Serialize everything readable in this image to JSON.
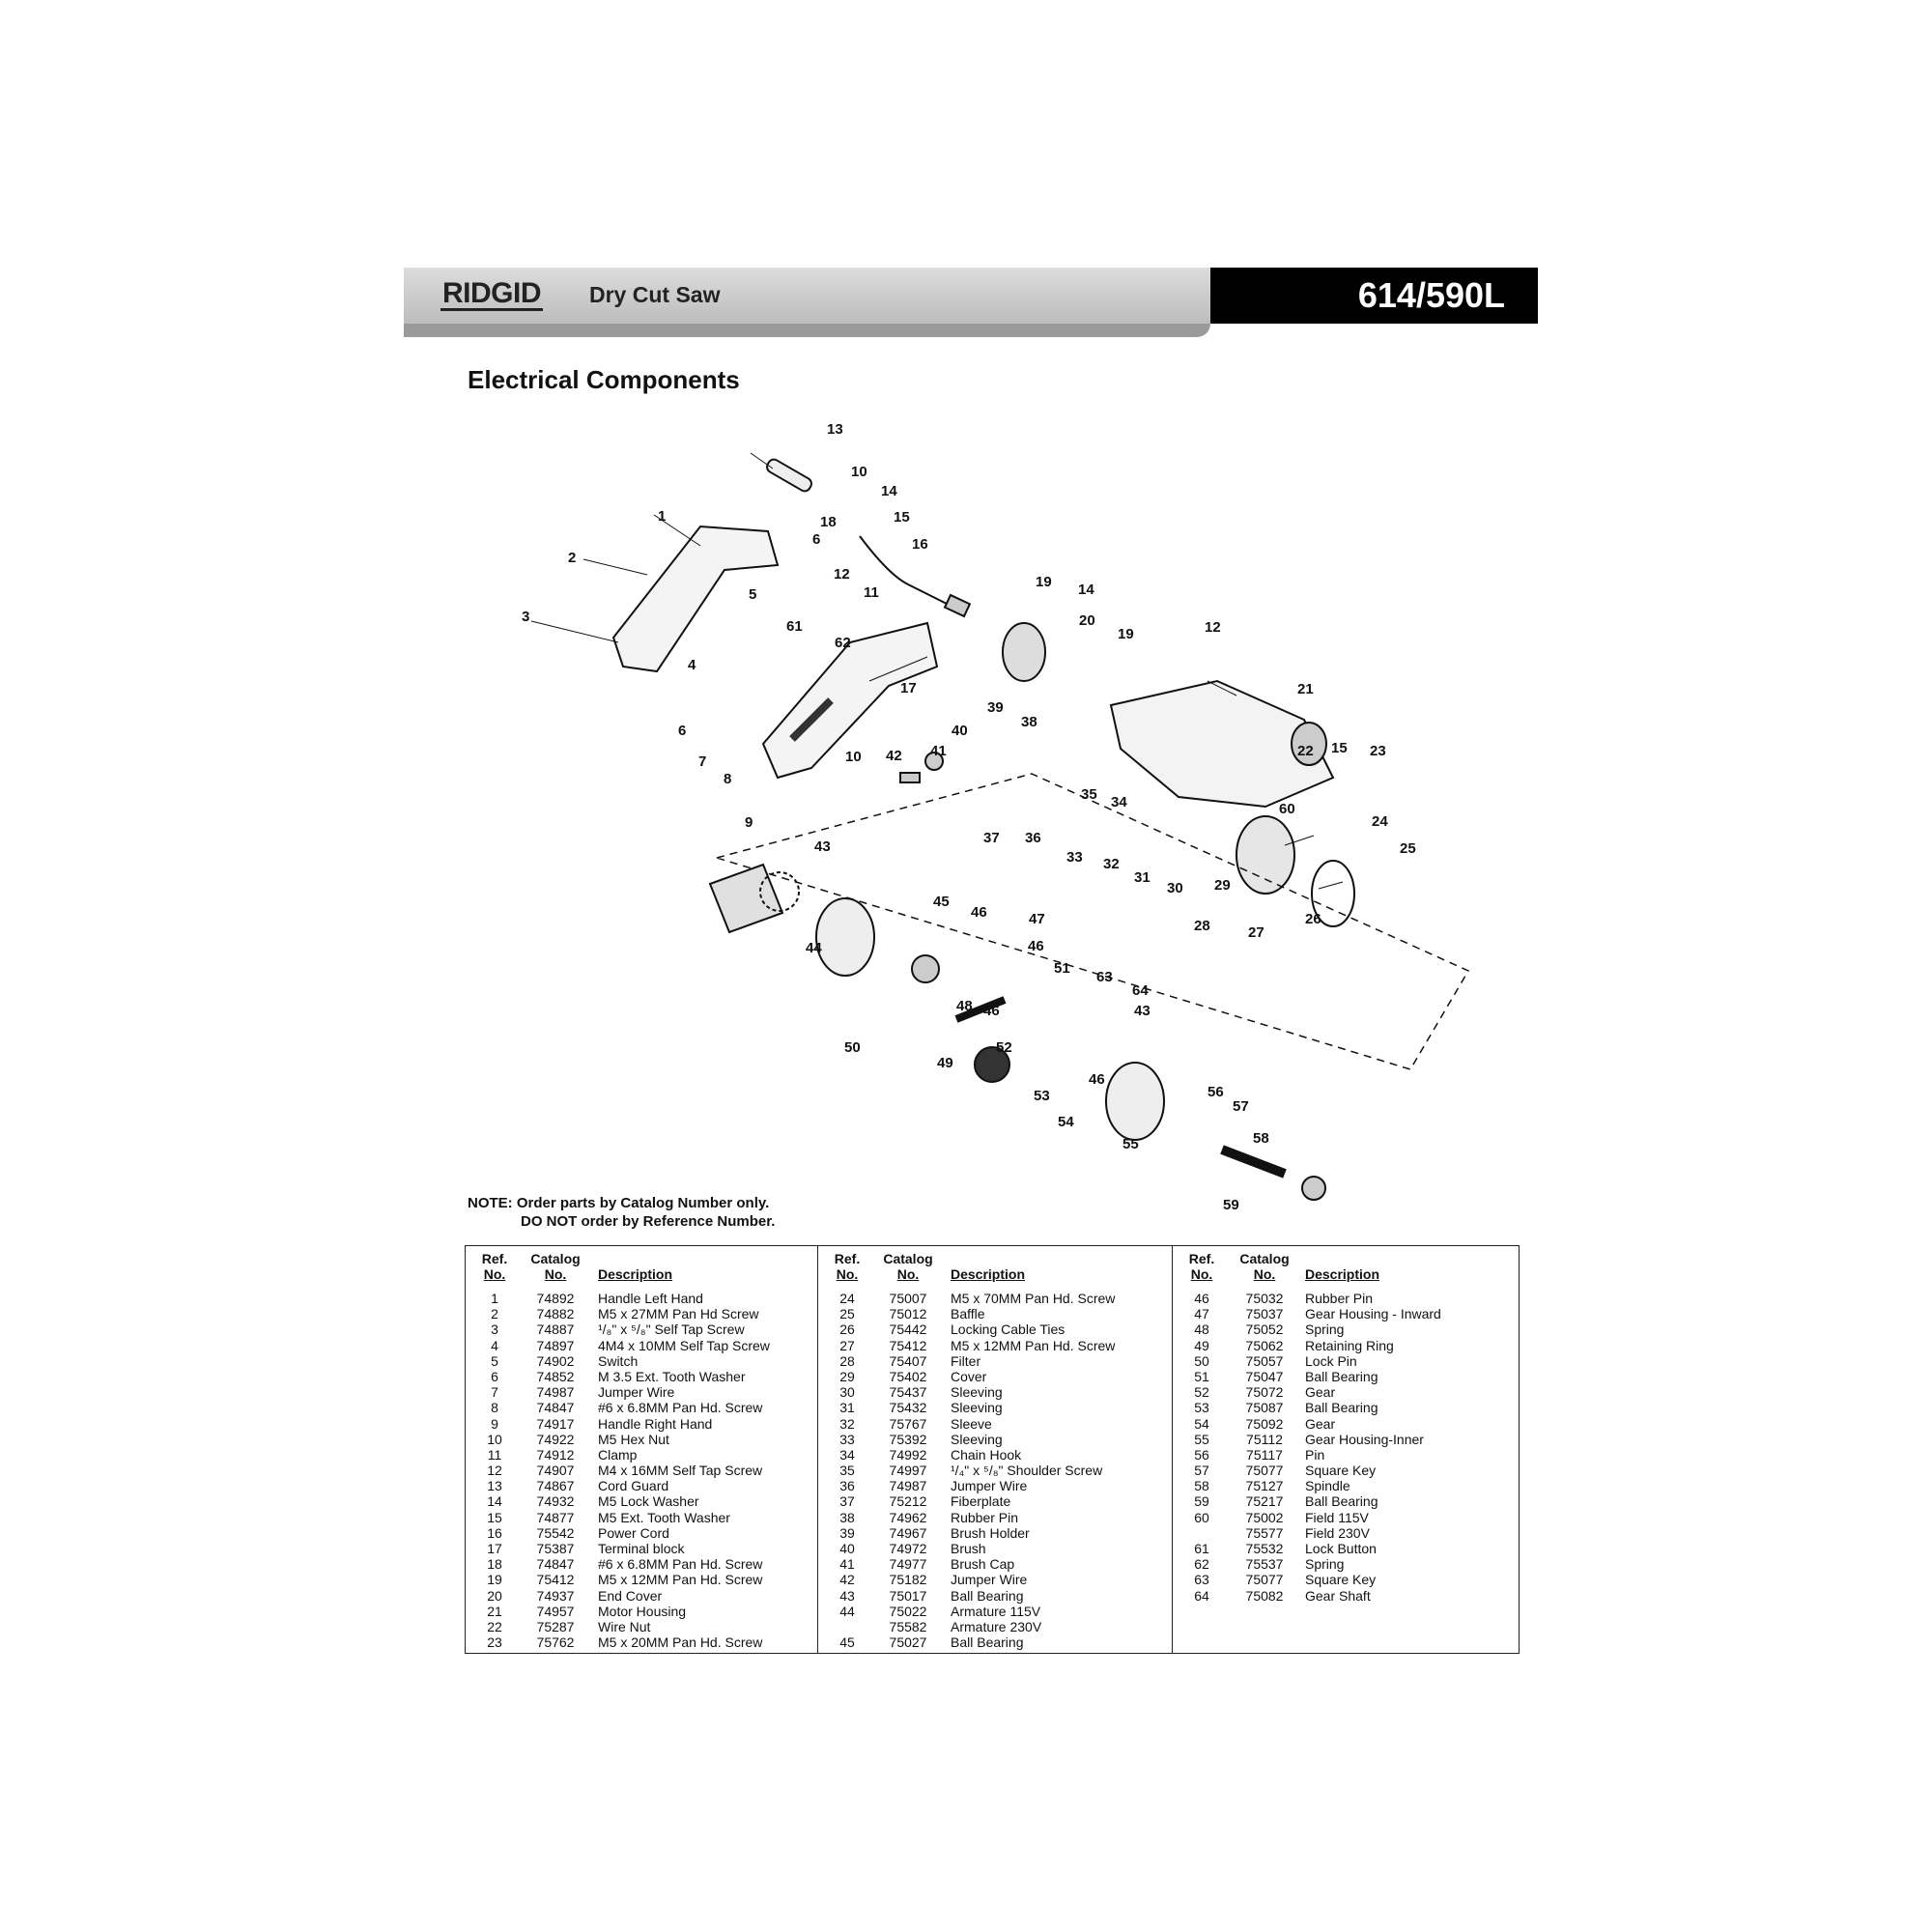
{
  "header": {
    "brand": "RIDGID",
    "product": "Dry Cut Saw",
    "model": "614/590L"
  },
  "section_title": "Electrical Components",
  "diagram": {
    "callouts": [
      "1",
      "2",
      "3",
      "4",
      "5",
      "6",
      "6",
      "7",
      "8",
      "9",
      "10",
      "10",
      "11",
      "12",
      "12",
      "13",
      "14",
      "14",
      "15",
      "15",
      "16",
      "17",
      "18",
      "19",
      "19",
      "20",
      "21",
      "22",
      "23",
      "24",
      "25",
      "26",
      "27",
      "28",
      "29",
      "30",
      "31",
      "32",
      "33",
      "34",
      "35",
      "36",
      "37",
      "38",
      "39",
      "40",
      "41",
      "42",
      "43",
      "43",
      "44",
      "45",
      "46",
      "46",
      "46",
      "46",
      "47",
      "48",
      "49",
      "50",
      "51",
      "52",
      "53",
      "54",
      "55",
      "56",
      "57",
      "58",
      "59",
      "60",
      "61",
      "62",
      "63",
      "64"
    ]
  },
  "note": {
    "line1": "NOTE: Order parts by Catalog Number only.",
    "line2": "DO NOT order by Reference Number."
  },
  "table": {
    "headers": {
      "ref_top": "Ref.",
      "ref_bottom": "No.",
      "catalog_top": "Catalog",
      "catalog_bottom": "No.",
      "description": "Description"
    },
    "columns": [
      [
        {
          "ref": "1",
          "cat": "74892",
          "desc": "Handle Left Hand"
        },
        {
          "ref": "2",
          "cat": "74882",
          "desc": "M5 x 27MM Pan Hd Screw"
        },
        {
          "ref": "3",
          "cat": "74887",
          "desc": "¹/₈\" x ⁵/₈\" Self Tap Screw"
        },
        {
          "ref": "4",
          "cat": "74897",
          "desc": "4M4 x 10MM Self Tap Screw"
        },
        {
          "ref": "5",
          "cat": "74902",
          "desc": "Switch"
        },
        {
          "ref": "6",
          "cat": "74852",
          "desc": "M 3.5 Ext. Tooth Washer"
        },
        {
          "ref": "7",
          "cat": "74987",
          "desc": "Jumper Wire"
        },
        {
          "ref": "8",
          "cat": "74847",
          "desc": "#6 x 6.8MM Pan Hd. Screw"
        },
        {
          "ref": "9",
          "cat": "74917",
          "desc": "Handle Right Hand"
        },
        {
          "ref": "10",
          "cat": "74922",
          "desc": "M5 Hex Nut"
        },
        {
          "ref": "11",
          "cat": "74912",
          "desc": "Clamp"
        },
        {
          "ref": "12",
          "cat": "74907",
          "desc": "M4 x 16MM Self Tap Screw"
        },
        {
          "ref": "13",
          "cat": "74867",
          "desc": "Cord Guard"
        },
        {
          "ref": "14",
          "cat": "74932",
          "desc": "M5 Lock Washer"
        },
        {
          "ref": "15",
          "cat": "74877",
          "desc": "M5 Ext. Tooth Washer"
        },
        {
          "ref": "16",
          "cat": "75542",
          "desc": "Power Cord"
        },
        {
          "ref": "17",
          "cat": "75387",
          "desc": "Terminal block"
        },
        {
          "ref": "18",
          "cat": "74847",
          "desc": "#6 x 6.8MM Pan Hd. Screw"
        },
        {
          "ref": "19",
          "cat": "75412",
          "desc": "M5 x 12MM Pan Hd. Screw"
        },
        {
          "ref": "20",
          "cat": "74937",
          "desc": "End Cover"
        },
        {
          "ref": "21",
          "cat": "74957",
          "desc": "Motor Housing"
        },
        {
          "ref": "22",
          "cat": "75287",
          "desc": "Wire Nut"
        },
        {
          "ref": "23",
          "cat": "75762",
          "desc": "M5 x 20MM Pan Hd. Screw"
        }
      ],
      [
        {
          "ref": "24",
          "cat": "75007",
          "desc": "M5 x 70MM Pan Hd. Screw"
        },
        {
          "ref": "25",
          "cat": "75012",
          "desc": "Baffle"
        },
        {
          "ref": "26",
          "cat": "75442",
          "desc": "Locking Cable Ties"
        },
        {
          "ref": "27",
          "cat": "75412",
          "desc": "M5 x 12MM Pan Hd. Screw"
        },
        {
          "ref": "28",
          "cat": "75407",
          "desc": "Filter"
        },
        {
          "ref": "29",
          "cat": "75402",
          "desc": "Cover"
        },
        {
          "ref": "30",
          "cat": "75437",
          "desc": "Sleeving"
        },
        {
          "ref": "31",
          "cat": "75432",
          "desc": "Sleeving"
        },
        {
          "ref": "32",
          "cat": "75767",
          "desc": "Sleeve"
        },
        {
          "ref": "33",
          "cat": "75392",
          "desc": "Sleeving"
        },
        {
          "ref": "34",
          "cat": "74992",
          "desc": "Chain Hook"
        },
        {
          "ref": "35",
          "cat": "74997",
          "desc": "¹/₄\" x ⁵/₈\" Shoulder Screw"
        },
        {
          "ref": "36",
          "cat": "74987",
          "desc": "Jumper Wire"
        },
        {
          "ref": "37",
          "cat": "75212",
          "desc": "Fiberplate"
        },
        {
          "ref": "38",
          "cat": "74962",
          "desc": "Rubber Pin"
        },
        {
          "ref": "39",
          "cat": "74967",
          "desc": "Brush Holder"
        },
        {
          "ref": "40",
          "cat": "74972",
          "desc": "Brush"
        },
        {
          "ref": "41",
          "cat": "74977",
          "desc": "Brush Cap"
        },
        {
          "ref": "42",
          "cat": "75182",
          "desc": "Jumper Wire"
        },
        {
          "ref": "43",
          "cat": "75017",
          "desc": "Ball Bearing"
        },
        {
          "ref": "44",
          "cat": "75022",
          "desc": "Armature 115V"
        },
        {
          "ref": "",
          "cat": "75582",
          "desc": "Armature 230V"
        },
        {
          "ref": "45",
          "cat": "75027",
          "desc": "Ball Bearing"
        }
      ],
      [
        {
          "ref": "46",
          "cat": "75032",
          "desc": "Rubber Pin"
        },
        {
          "ref": "47",
          "cat": "75037",
          "desc": "Gear Housing - Inward"
        },
        {
          "ref": "48",
          "cat": "75052",
          "desc": "Spring"
        },
        {
          "ref": "49",
          "cat": "75062",
          "desc": "Retaining Ring"
        },
        {
          "ref": "50",
          "cat": "75057",
          "desc": "Lock Pin"
        },
        {
          "ref": "51",
          "cat": "75047",
          "desc": "Ball Bearing"
        },
        {
          "ref": "52",
          "cat": "75072",
          "desc": "Gear"
        },
        {
          "ref": "53",
          "cat": "75087",
          "desc": "Ball Bearing"
        },
        {
          "ref": "54",
          "cat": "75092",
          "desc": "Gear"
        },
        {
          "ref": "55",
          "cat": "75112",
          "desc": "Gear Housing-Inner"
        },
        {
          "ref": "56",
          "cat": "75117",
          "desc": "Pin"
        },
        {
          "ref": "57",
          "cat": "75077",
          "desc": "Square Key"
        },
        {
          "ref": "58",
          "cat": "75127",
          "desc": "Spindle"
        },
        {
          "ref": "59",
          "cat": "75217",
          "desc": "Ball Bearing"
        },
        {
          "ref": "60",
          "cat": "75002",
          "desc": "Field 115V"
        },
        {
          "ref": "",
          "cat": "75577",
          "desc": "Field 230V"
        },
        {
          "ref": "61",
          "cat": "75532",
          "desc": "Lock Button"
        },
        {
          "ref": "62",
          "cat": "75537",
          "desc": "Spring"
        },
        {
          "ref": "63",
          "cat": "75077",
          "desc": "Square Key"
        },
        {
          "ref": "64",
          "cat": "75082",
          "desc": "Gear Shaft"
        }
      ]
    ]
  }
}
